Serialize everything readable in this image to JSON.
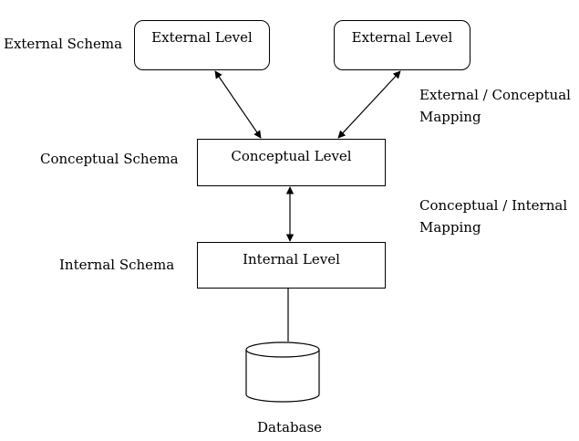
{
  "schemas": {
    "external": "External Schema",
    "conceptual": "Conceptual Schema",
    "internal": "Internal Schema"
  },
  "levels": {
    "external_left": "External Level",
    "external_right": "External Level",
    "conceptual": "Conceptual Level",
    "internal": "Internal Level"
  },
  "mappings": {
    "external_conceptual": [
      "External / Conceptual",
      "Mapping"
    ],
    "conceptual_internal": [
      "Conceptual / Internal",
      "Mapping"
    ]
  },
  "database": {
    "label": "Database"
  }
}
